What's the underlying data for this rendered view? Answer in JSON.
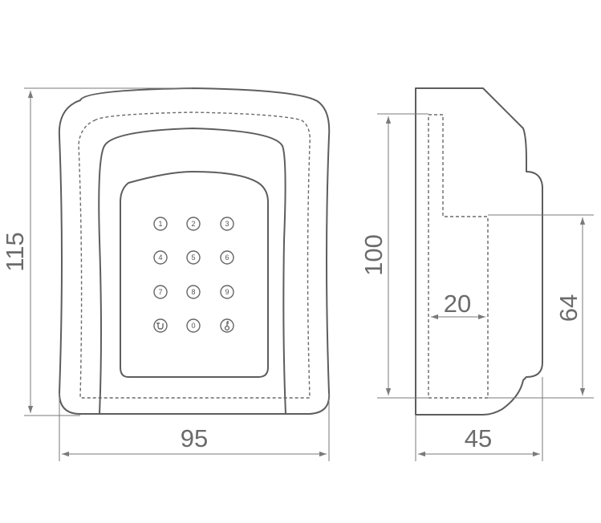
{
  "dimensions": {
    "front_height": "115",
    "front_width": "95",
    "side_height": "100",
    "side_inner_width": "20",
    "side_lower_height": "64",
    "side_depth": "45"
  },
  "keypad": {
    "keys": [
      "1",
      "2",
      "3",
      "4",
      "5",
      "6",
      "7",
      "8",
      "9",
      "",
      "0",
      ""
    ],
    "key_icons": [
      "",
      "",
      "",
      "",
      "",
      "",
      "",
      "",
      "",
      "u-turn-icon",
      "",
      "key-icon"
    ]
  },
  "colors": {
    "line": "#5d5d5d",
    "dimension": "#7a7a7a",
    "text": "#6b6b6b"
  }
}
